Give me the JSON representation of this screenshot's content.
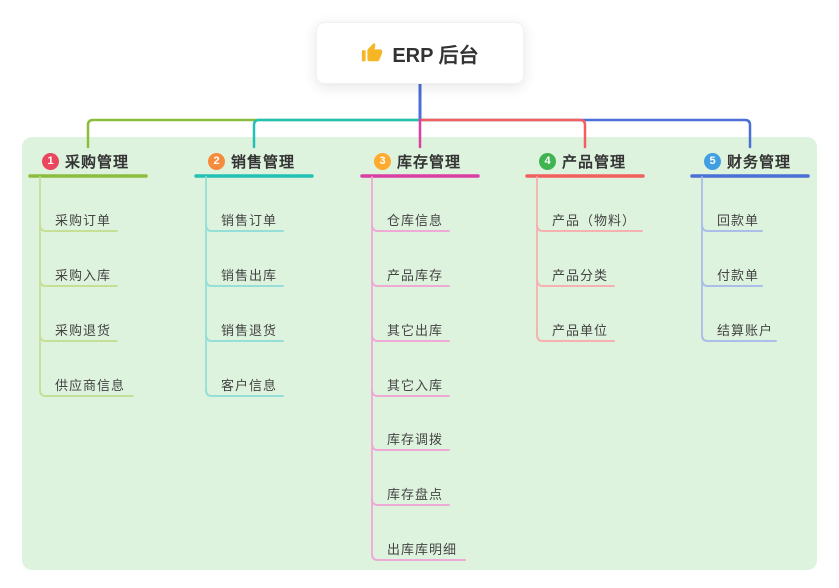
{
  "colors": {
    "page_background": "#ffffff",
    "panel": "#def3de",
    "root_line": "#4a6fd6",
    "thumb_icon": "#f5b524"
  },
  "root": {
    "label": "ERP 后台",
    "icon": "thumbs-up-icon"
  },
  "branches": [
    {
      "number": "1",
      "label": "采购管理",
      "badge_color": "#e8475f",
      "color": "#8abd3e",
      "light_color": "#c6df97",
      "children": [
        "采购订单",
        "采购入库",
        "采购退货",
        "供应商信息"
      ]
    },
    {
      "number": "2",
      "label": "销售管理",
      "badge_color": "#f68b3b",
      "color": "#23c1b5",
      "light_color": "#96ded8",
      "children": [
        "销售订单",
        "销售出库",
        "销售退货",
        "客户信息"
      ]
    },
    {
      "number": "3",
      "label": "库存管理",
      "badge_color": "#feaa2c",
      "color": "#dc3fa4",
      "light_color": "#efa9d5",
      "children": [
        "仓库信息",
        "产品库存",
        "其它出库",
        "其它入库",
        "库存调拨",
        "库存盘点",
        "出库库明细"
      ]
    },
    {
      "number": "4",
      "label": "产品管理",
      "badge_color": "#41b452",
      "color": "#f25f5f",
      "light_color": "#f7b0b0",
      "children": [
        "产品（物料）",
        "产品分类",
        "产品单位"
      ]
    },
    {
      "number": "5",
      "label": "财务管理",
      "badge_color": "#3f9fe0",
      "color": "#4a6fd6",
      "light_color": "#abbde9",
      "children": [
        "回款单",
        "付款单",
        "结算账户"
      ]
    }
  ]
}
